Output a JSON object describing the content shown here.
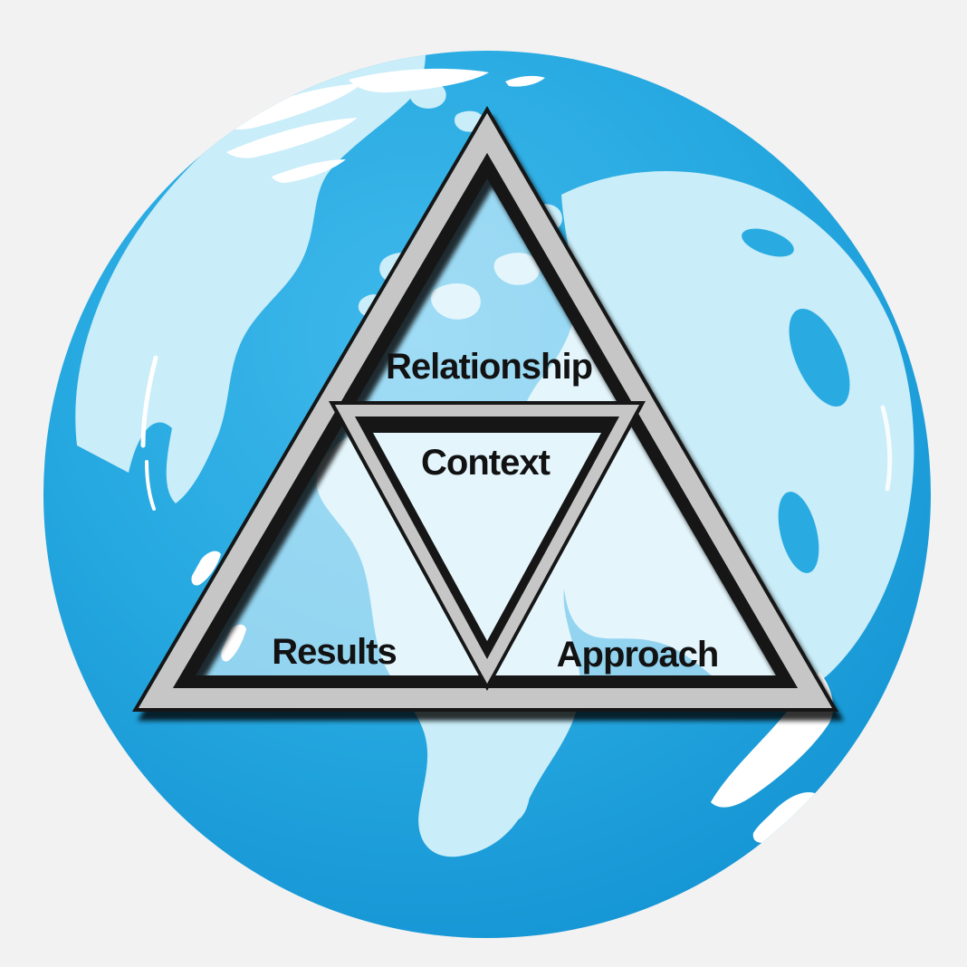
{
  "diagram": {
    "labels": {
      "top": "Relationship",
      "center": "Context",
      "bottom_left": "Results",
      "bottom_right": "Approach"
    },
    "colors": {
      "background": "#f2f2f3",
      "ocean": "#29abe2",
      "ocean_light": "#3fb8eb",
      "ocean_deep": "#1292d2",
      "land": "#c9edf9",
      "cloud": "#ffffff",
      "frame_gray": "#c6c6c6",
      "frame_black": "#161616",
      "shadow": "#000000",
      "interior_overlay": "rgba(255,255,255,0.5)",
      "label_text": "#121212"
    }
  }
}
